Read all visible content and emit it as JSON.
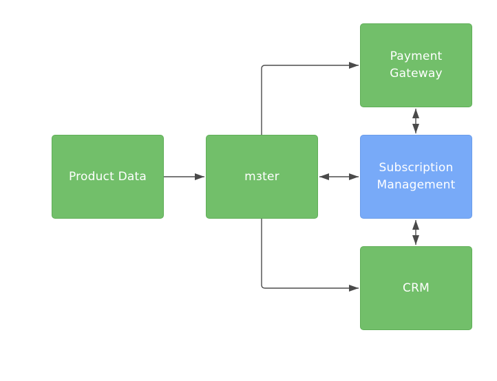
{
  "diagram": {
    "nodes": {
      "product_data": {
        "label": "Product Data",
        "color": "#72bf6a"
      },
      "m3ter": {
        "label": "mзter",
        "color": "#72bf6a"
      },
      "payment_gateway": {
        "label": "Payment\nGateway",
        "color": "#72bf6a"
      },
      "subscription_management": {
        "label": "Subscription\nManagement",
        "color": "#78aaf8"
      },
      "crm": {
        "label": "CRM",
        "color": "#72bf6a"
      }
    },
    "edges": [
      {
        "from": "product_data",
        "to": "m3ter",
        "direction": "forward"
      },
      {
        "from": "m3ter",
        "to": "payment_gateway",
        "direction": "forward"
      },
      {
        "from": "m3ter",
        "to": "subscription_management",
        "direction": "both"
      },
      {
        "from": "m3ter",
        "to": "crm",
        "direction": "forward"
      },
      {
        "from": "payment_gateway",
        "to": "subscription_management",
        "direction": "both"
      },
      {
        "from": "subscription_management",
        "to": "crm",
        "direction": "both"
      }
    ],
    "line_color": "#4a4a4a"
  }
}
